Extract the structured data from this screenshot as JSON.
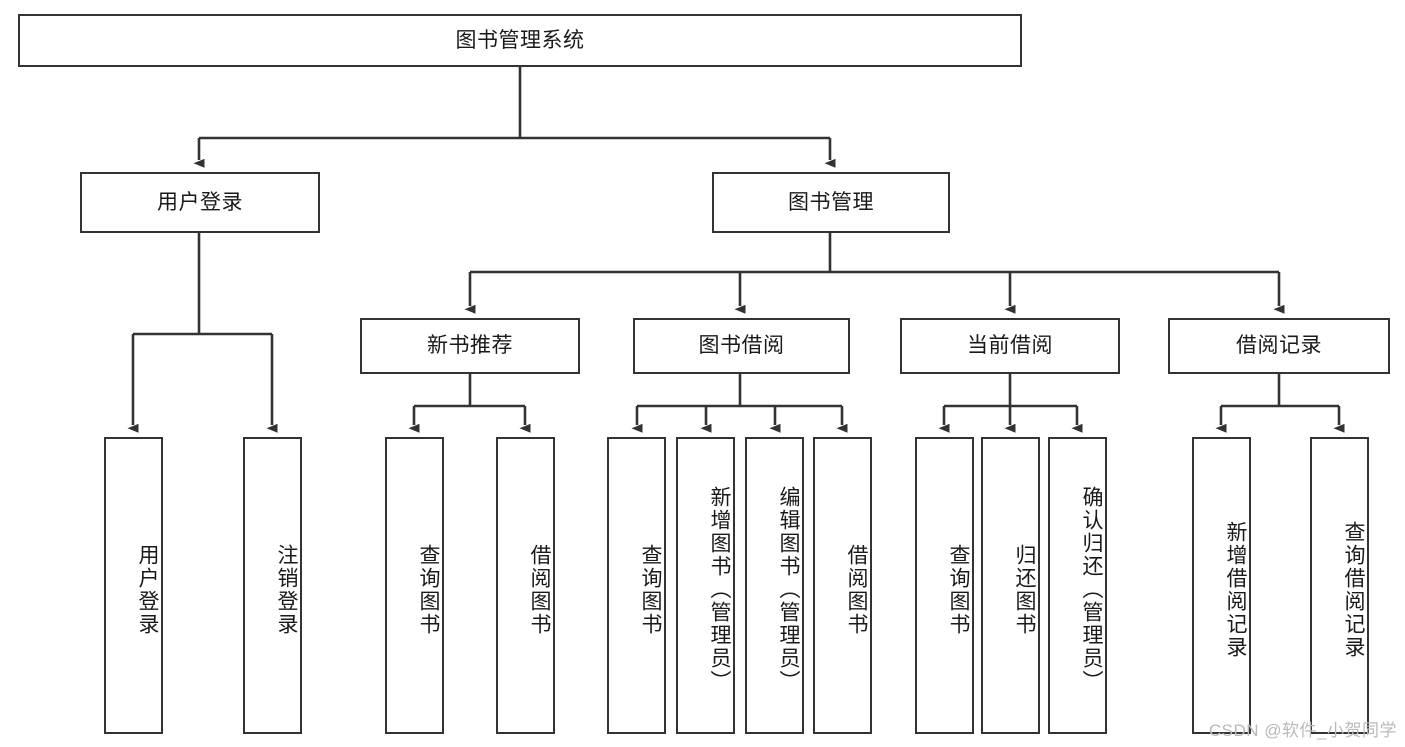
{
  "diagram": {
    "title_box": {
      "label": "图书管理系统"
    },
    "level2": [
      {
        "id": "user-login",
        "label": "用户登录"
      },
      {
        "id": "book-management",
        "label": "图书管理"
      }
    ],
    "level3": [
      {
        "id": "new-book-recommend",
        "label": "新书推荐"
      },
      {
        "id": "book-borrow",
        "label": "图书借阅"
      },
      {
        "id": "current-borrow",
        "label": "当前借阅"
      },
      {
        "id": "borrow-record",
        "label": "借阅记录"
      }
    ],
    "leaves": {
      "user_login": [
        {
          "id": "leaf-user-login",
          "label": "用户登录"
        },
        {
          "id": "leaf-logout",
          "label": "注销登录"
        }
      ],
      "new_book_recommend": [
        {
          "id": "leaf-query-book-1",
          "label": "查询图书"
        },
        {
          "id": "leaf-borrow-book-1",
          "label": "借阅图书"
        }
      ],
      "book_borrow": [
        {
          "id": "leaf-query-book-2",
          "label": "查询图书"
        },
        {
          "id": "leaf-add-book",
          "label": "新增图书（管理员）"
        },
        {
          "id": "leaf-edit-book",
          "label": "编辑图书（管理员）"
        },
        {
          "id": "leaf-borrow-book-2",
          "label": "借阅图书"
        }
      ],
      "current_borrow": [
        {
          "id": "leaf-query-book-3",
          "label": "查询图书"
        },
        {
          "id": "leaf-return-book",
          "label": "归还图书"
        },
        {
          "id": "leaf-confirm-return",
          "label": "确认归还（管理员）"
        }
      ],
      "borrow_record": [
        {
          "id": "leaf-add-record",
          "label": "新增借阅记录"
        },
        {
          "id": "leaf-query-record",
          "label": "查询借阅记录"
        }
      ]
    },
    "watermark": "CSDN @软件_小贺同学",
    "colors": {
      "stroke": "#333333",
      "fill": "#ffffff",
      "text": "#1a1a1a",
      "watermark": "#b9b9b9"
    }
  }
}
